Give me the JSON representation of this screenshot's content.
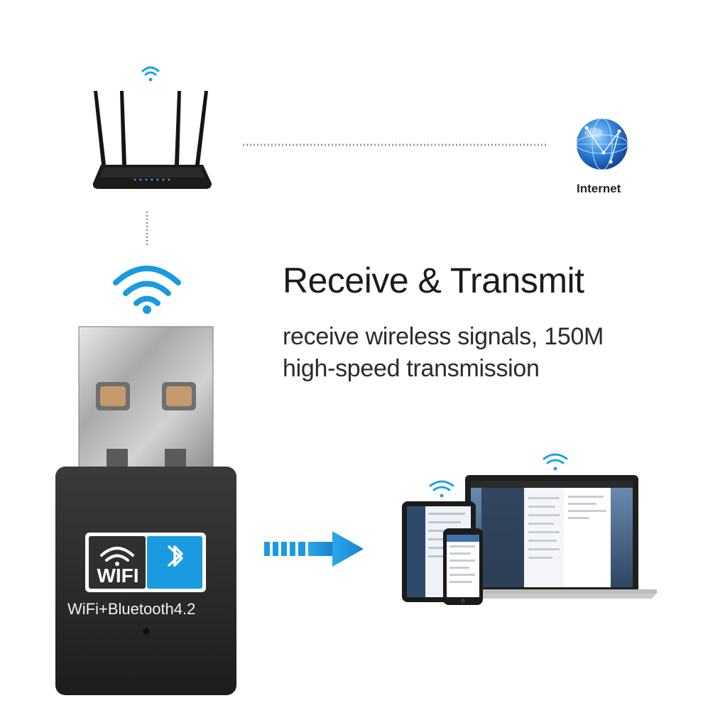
{
  "headline": "Receive & Transmit",
  "subheadline_line1": "receive wireless signals, 150M",
  "subheadline_line2": "high-speed transmission",
  "internet_label": "Internet",
  "dongle": {
    "badge_wifi_text": "WIFI",
    "model_label": "WiFi+Bluetooth4.2"
  },
  "icons": [
    "wifi-icon",
    "router-icon",
    "globe-icon",
    "usb-dongle-icon",
    "bluetooth-icon",
    "arrow-right-icon",
    "laptop-icon",
    "tablet-icon",
    "phone-icon"
  ],
  "colors": {
    "accent_blue": "#1a9ae0",
    "text_dark": "#1c1c1c",
    "dongle_body": "#2b2b2b"
  }
}
